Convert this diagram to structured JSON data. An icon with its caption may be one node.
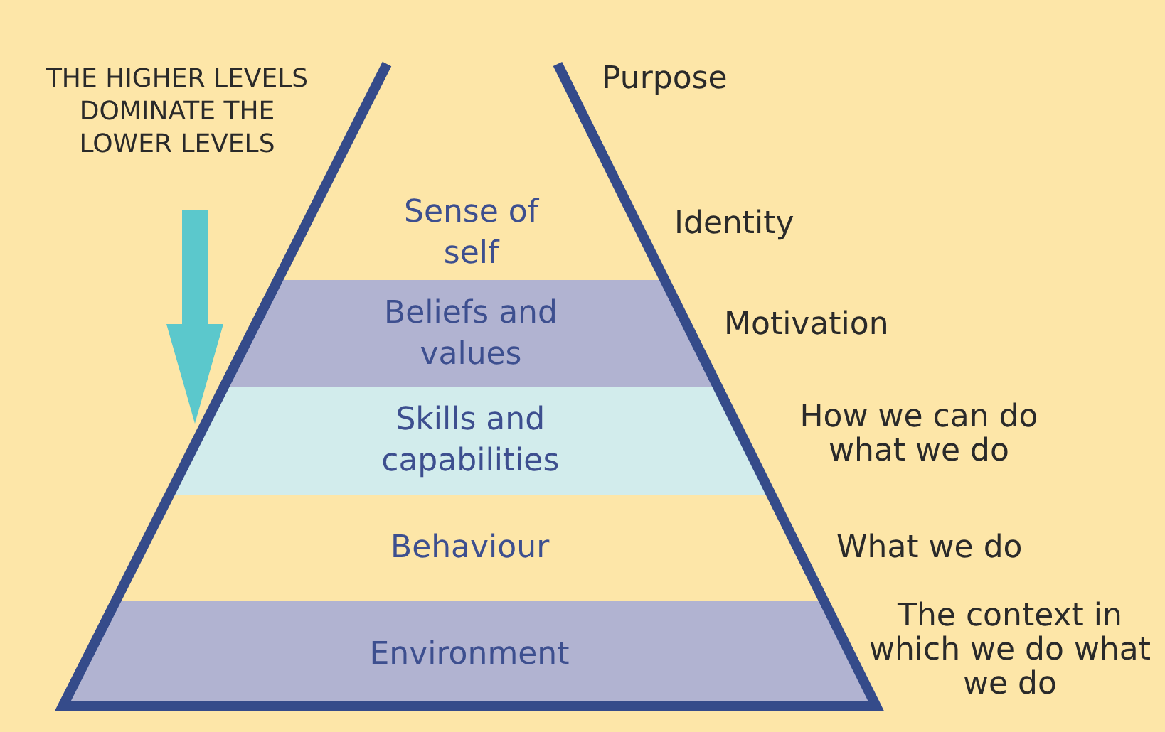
{
  "diagram": {
    "nodes": [
      {
        "text": [
          "Sense of self"
        ]
      },
      {
        "text": [
          "Beliefs and values"
        ]
      },
      {
        "text": [
          "Skills and capabilities"
        ]
      },
      {
        "text": [
          "Behaviour"
        ]
      },
      {
        "text": [
          "Environment"
        ]
      }
    ],
    "edges": [],
    "labels": [
      "THE HIGHER LEVELS DOMINATE THE LOWER LEVELS",
      "Purpose",
      "Identity",
      "Motivation",
      "How we can do what we do",
      "What we do",
      "The context in which we do what we do"
    ]
  }
}
